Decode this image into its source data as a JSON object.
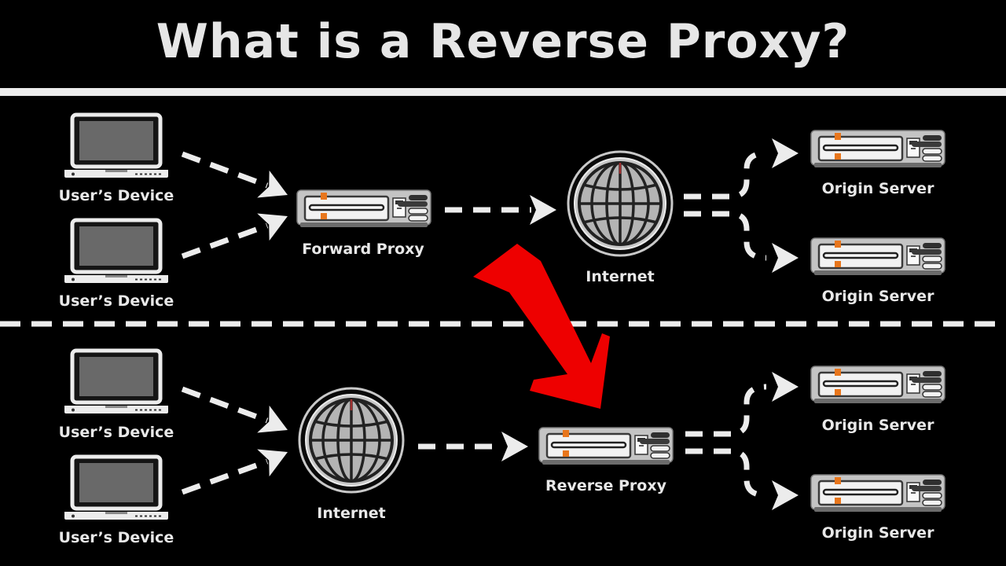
{
  "title": "What is a Reverse Proxy?",
  "forward_section": {
    "device_top_label": "User’s Device",
    "device_bottom_label": "User’s Device",
    "proxy_label": "Forward Proxy",
    "internet_label": "Internet",
    "server_top_label": "Origin Server",
    "server_bottom_label": "Origin Server"
  },
  "reverse_section": {
    "device_top_label": "User’s Device",
    "device_bottom_label": "User’s Device",
    "internet_label": "Internet",
    "proxy_label": "Reverse Proxy",
    "server_top_label": "Origin Server",
    "server_bottom_label": "Origin Server"
  },
  "colors": {
    "background": "#000000",
    "line": "#ececec",
    "highlight_arrow": "#ee0000",
    "server_accent": "#e8761c"
  },
  "icons": [
    "laptop-icon",
    "server-icon",
    "globe-icon",
    "red-arrow-icon"
  ]
}
